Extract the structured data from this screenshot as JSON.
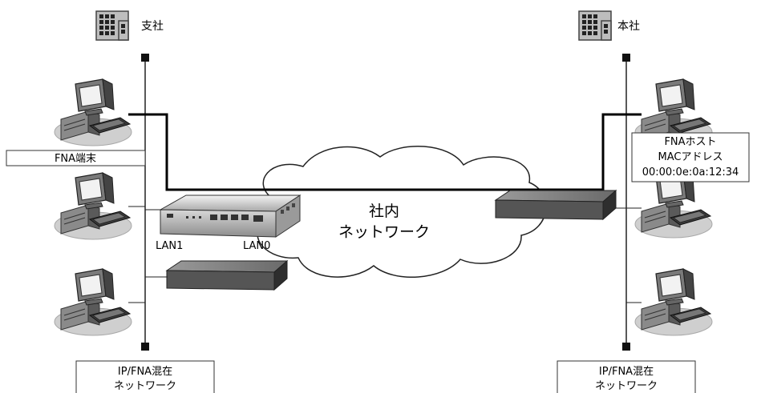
{
  "branch": {
    "label": "支社"
  },
  "headquarters": {
    "label": "本社"
  },
  "network": {
    "line1": "社内",
    "line2": "ネットワーク"
  },
  "router": {
    "port_lan1": "LAN1",
    "port_lan0": "LAN0"
  },
  "branch_terminal": {
    "label": "FNA端末"
  },
  "fna_host": {
    "title": "FNAホスト",
    "mac_label": "MACアドレス",
    "mac_value": "00:00:0e:0a:12:34"
  },
  "branch_segment": {
    "line1": "IP/FNA混在",
    "line2": "ネットワーク"
  },
  "hq_segment": {
    "line1": "IP/FNA混在",
    "line2": "ネットワーク"
  }
}
